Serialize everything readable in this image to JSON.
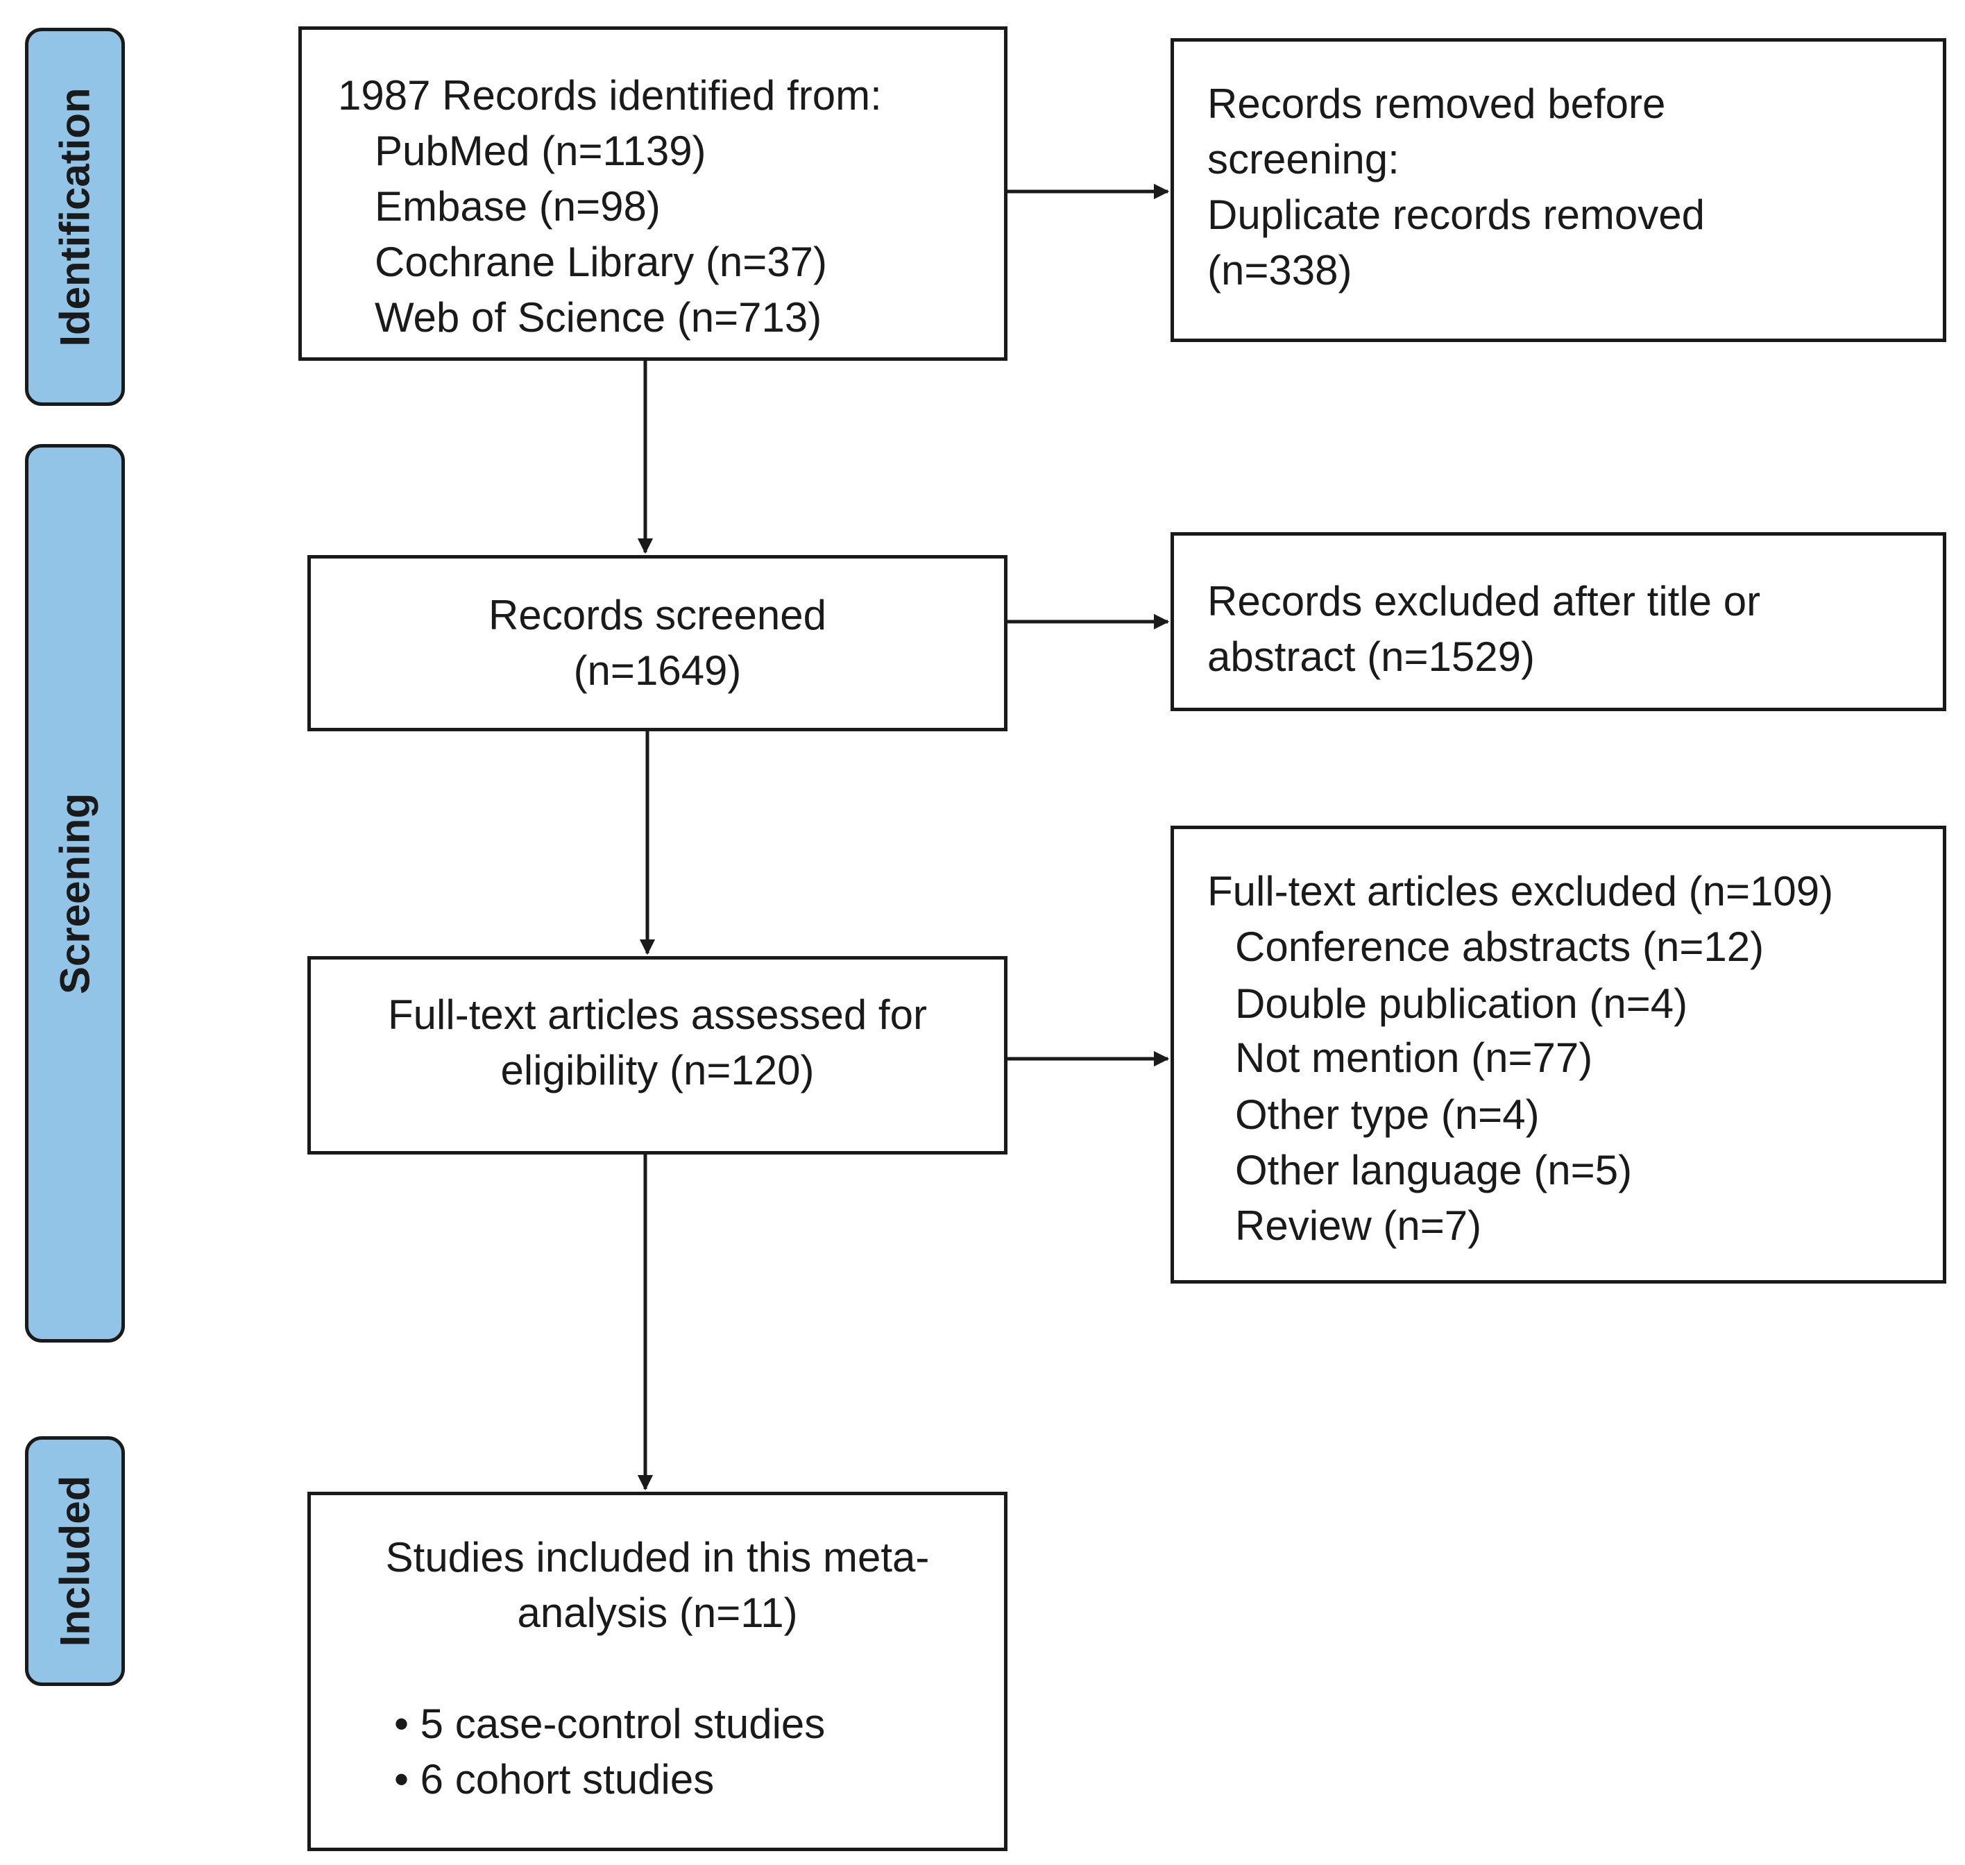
{
  "stage_color": "#91C4E6",
  "stages": {
    "identification": "Identification",
    "screening": "Screening",
    "included": "Included"
  },
  "identified": {
    "title": "1987 Records identified from:",
    "sources": [
      "PubMed (n=1139)",
      "Embase (n=98)",
      "Cochrane Library (n=37)",
      "Web of Science (n=713)"
    ]
  },
  "removed": {
    "lines": [
      "Records removed before",
      "screening:",
      "Duplicate records removed",
      "(n=338)"
    ]
  },
  "screened": {
    "lines": [
      "Records screened",
      "(n=1649)"
    ]
  },
  "excluded_title": {
    "lines": [
      "Records excluded after title or",
      "abstract (n=1529)"
    ]
  },
  "fulltext": {
    "lines": [
      "Full-text articles assessed for",
      "eligibility (n=120)"
    ]
  },
  "fulltext_excluded": {
    "title": "Full-text articles excluded (n=109)",
    "reasons": [
      "Conference abstracts (n=12)",
      "Double publication (n=4)",
      "Not mention (n=77)",
      "Other type (n=4)",
      "Other language (n=5)",
      "Review (n=7)"
    ]
  },
  "included": {
    "lines": [
      "Studies included in this meta-",
      "analysis  (n=11)"
    ],
    "bullets": [
      "• 5 case-control studies",
      "• 6 cohort studies"
    ]
  }
}
